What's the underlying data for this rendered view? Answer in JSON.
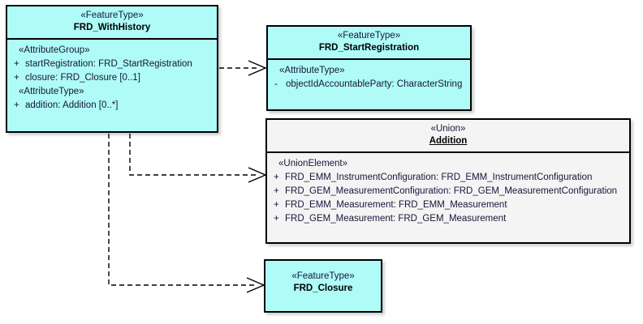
{
  "diagram": {
    "type": "uml-class-diagram",
    "background": "#ffffff",
    "colors": {
      "feature_type_fill": "#aefbf7",
      "union_fill": "#f4f4f4",
      "border": "#000000",
      "text": "#16163a"
    }
  },
  "classes": [
    {
      "id": "frd-withhistory",
      "stereotype": "«FeatureType»",
      "name": "FRD_WithHistory",
      "fill": "feature-type",
      "compartments": [
        {
          "group": "«AttributeGroup»",
          "attributes": [
            {
              "visibility": "+",
              "text": "startRegistration: FRD_StartRegistration"
            },
            {
              "visibility": "+",
              "text": "closure: FRD_Closure [0..1]"
            }
          ]
        },
        {
          "group": "«AttributeType»",
          "attributes": [
            {
              "visibility": "+",
              "text": "addition: Addition [0..*]"
            }
          ]
        }
      ]
    },
    {
      "id": "frd-startregistration",
      "stereotype": "«FeatureType»",
      "name": "FRD_StartRegistration",
      "fill": "feature-type",
      "compartments": [
        {
          "group": "«AttributeType»",
          "attributes": [
            {
              "visibility": "-",
              "text": "objectIdAccountableParty: CharacterString"
            }
          ]
        }
      ]
    },
    {
      "id": "addition",
      "stereotype": "«Union»",
      "name": "Addition",
      "fill": "union",
      "name_underlined": true,
      "compartments": [
        {
          "group": "«UnionElement»",
          "attributes": [
            {
              "visibility": "+",
              "text": "FRD_EMM_InstrumentConfiguration: FRD_EMM_InstrumentConfiguration"
            },
            {
              "visibility": "+",
              "text": "FRD_GEM_MeasurementConfiguration: FRD_GEM_MeasurementConfiguration"
            },
            {
              "visibility": "+",
              "text": "FRD_EMM_Measurement: FRD_EMM_Measurement"
            },
            {
              "visibility": "+",
              "text": "FRD_GEM_Measurement: FRD_GEM_Measurement"
            }
          ]
        }
      ]
    },
    {
      "id": "frd-closure",
      "stereotype": "«FeatureType»",
      "name": "FRD_Closure",
      "fill": "feature-type",
      "compartments": []
    }
  ],
  "connectors": [
    {
      "id": "withhistory-to-startregistration",
      "style": "dashed-open-arrow",
      "from": "frd-withhistory",
      "to": "frd-startregistration"
    },
    {
      "id": "withhistory-to-addition",
      "style": "dashed-open-arrow",
      "from": "frd-withhistory",
      "to": "addition"
    },
    {
      "id": "withhistory-to-closure",
      "style": "dashed-open-arrow",
      "from": "frd-withhistory",
      "to": "frd-closure"
    }
  ]
}
